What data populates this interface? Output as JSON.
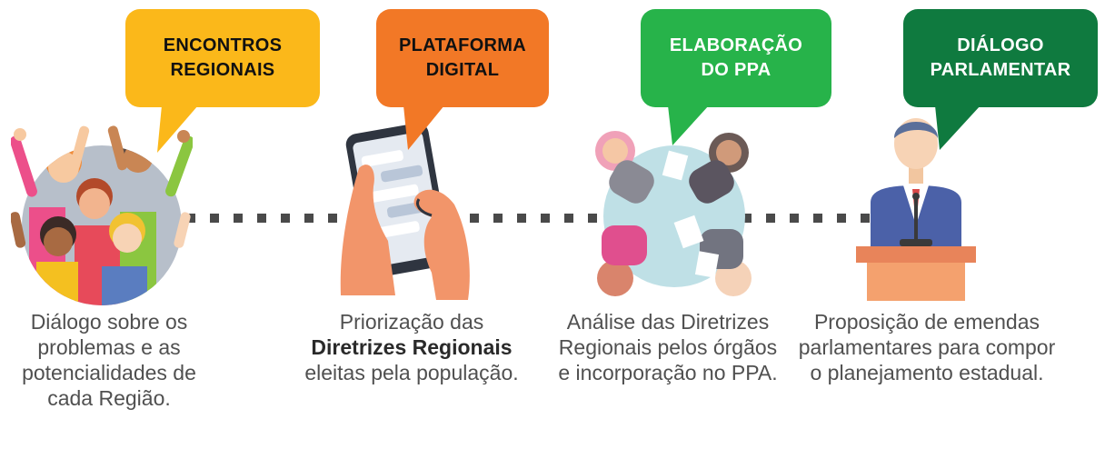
{
  "steps": [
    {
      "title": "ENCONTROS\nREGIONAIS",
      "color": "#fbb81a",
      "icon": "crowd-icon",
      "caption": "Diálogo sobre os problemas e as potencialidades de cada Região."
    },
    {
      "title": "PLATAFORMA\nDIGITAL",
      "color": "#f27826",
      "icon": "smartphone-icon",
      "caption_before": "Priorização das",
      "caption_bold": "Diretrizes Regionais",
      "caption_after": "eleitas pela população."
    },
    {
      "title": "ELABORAÇÃO\nDO PPA",
      "color": "#27b34a",
      "icon": "meeting-table-icon",
      "caption": "Análise das Diretrizes Regionais pelos órgãos e incorporação no PPA."
    },
    {
      "title": "DIÁLOGO\nPARLAMENTAR",
      "color": "#0f7a3f",
      "icon": "speaker-podium-icon",
      "caption": "Proposição de emendas parlamentares para compor o planejamento estadual."
    }
  ]
}
